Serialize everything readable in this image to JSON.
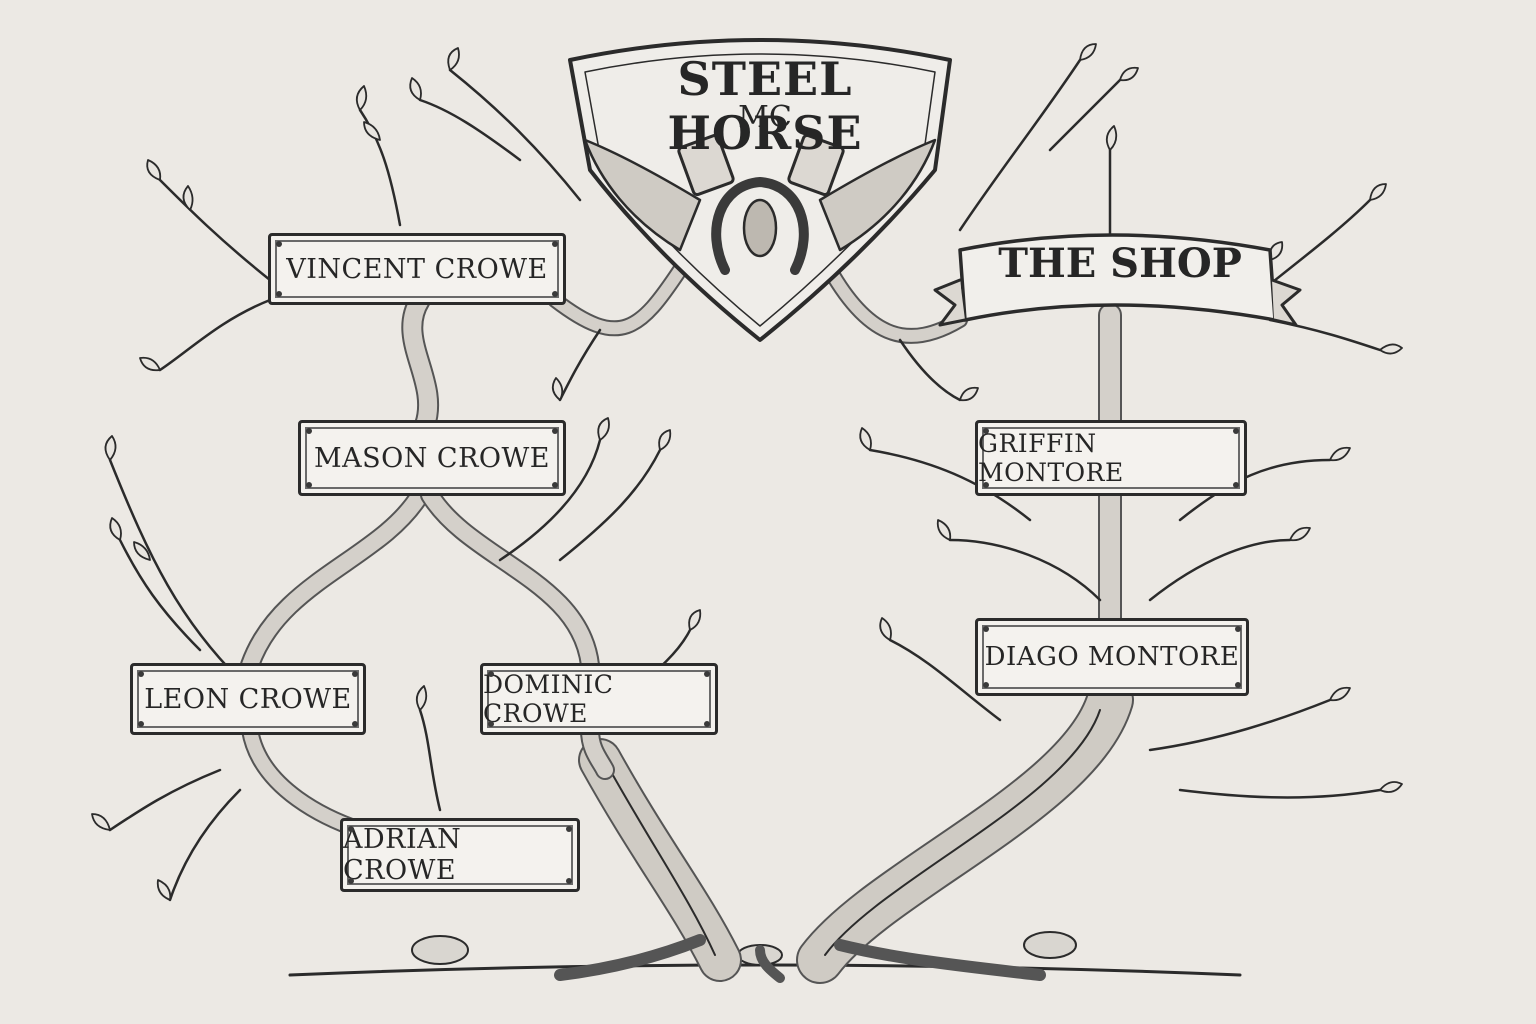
{
  "emblem": {
    "title": "STEEL HORSE",
    "subtitle": "MC"
  },
  "banner": {
    "label": "THE SHOP"
  },
  "members": {
    "vincent": "VINCENT CROWE",
    "mason": "MASON CROWE",
    "leon": "LEON CROWE",
    "dominic": "DOMINIC CROWE",
    "adrian": "ADRIAN CROWE",
    "griffin": "GRIFFIN MONTORE",
    "diago": "DIAGO MONTORE"
  },
  "colors": {
    "ink": "#2b2b2b",
    "paper": "#ece9e4",
    "plank": "#f4f2ee"
  }
}
